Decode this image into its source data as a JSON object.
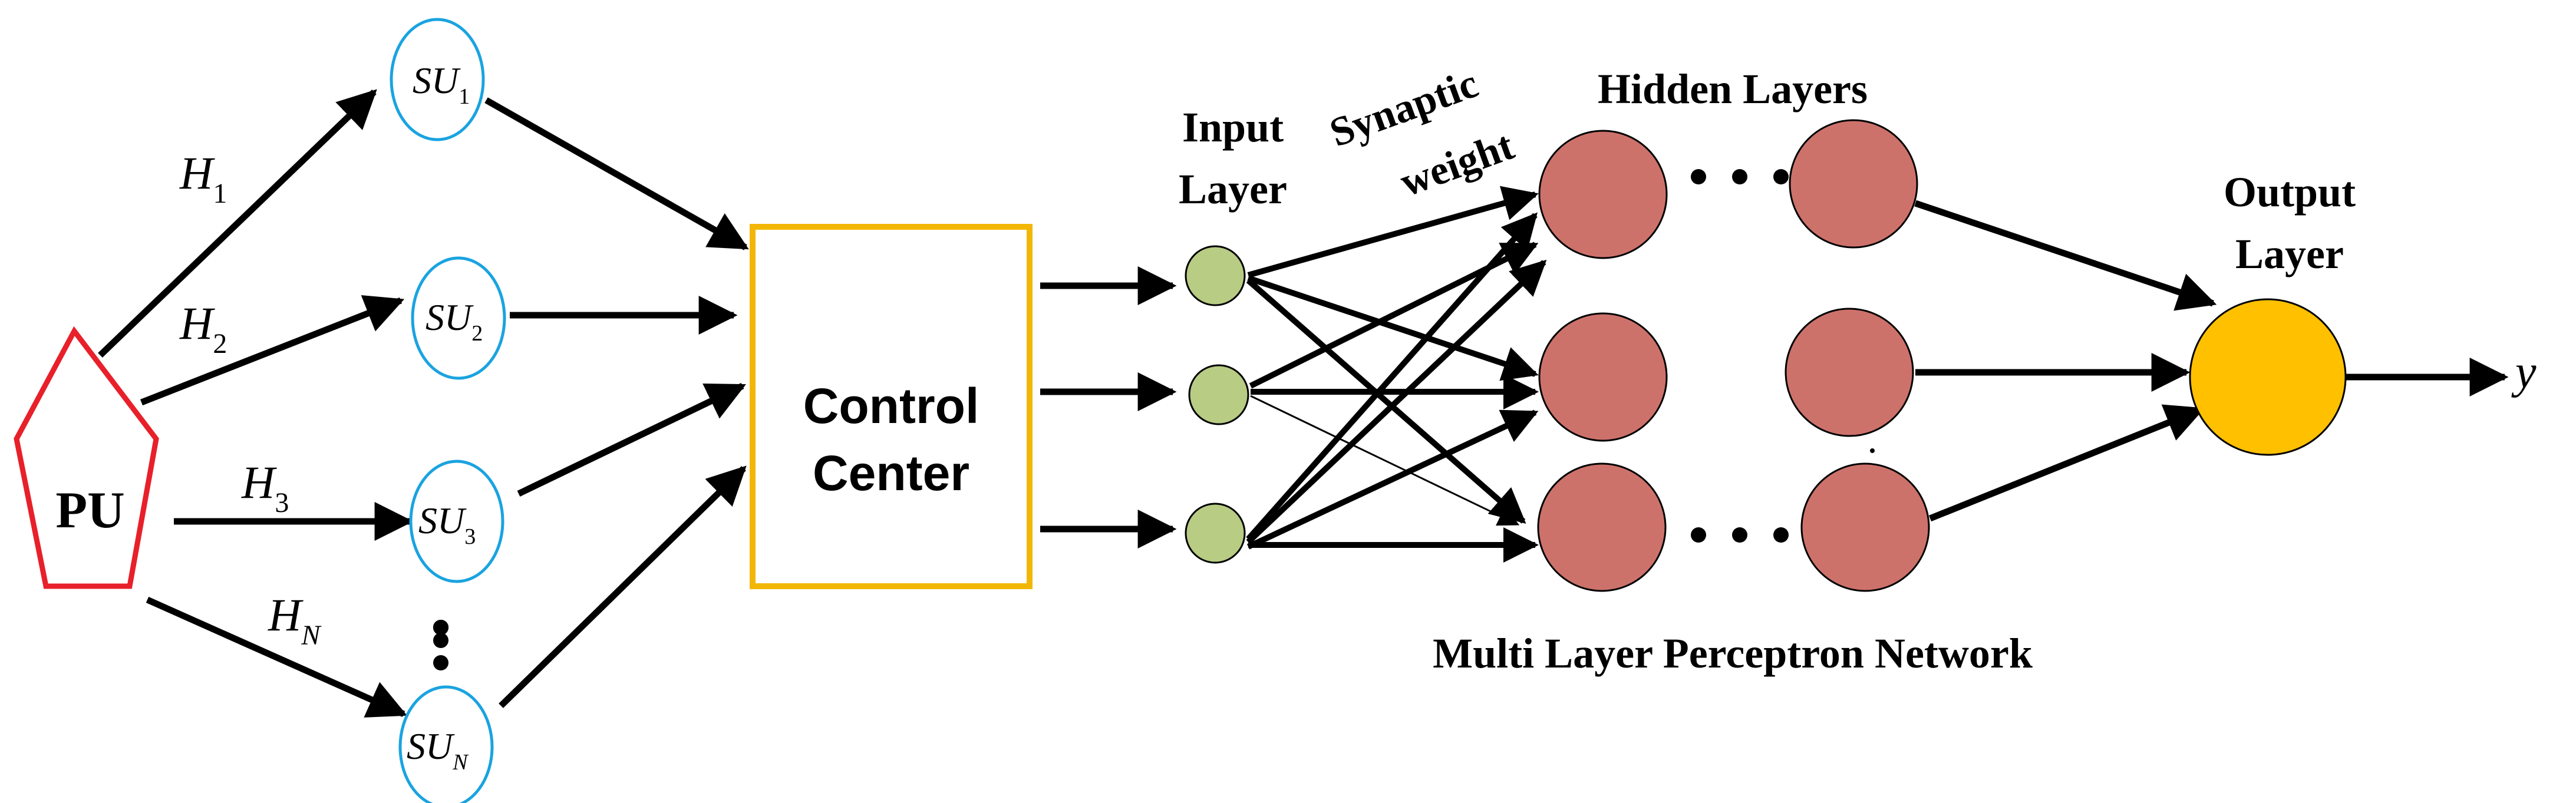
{
  "pu": {
    "label": "PU",
    "outline_color": "#e8202a"
  },
  "channels": [
    {
      "base": "H",
      "sub": "1"
    },
    {
      "base": "H",
      "sub": "2"
    },
    {
      "base": "H",
      "sub": "3"
    },
    {
      "base": "H",
      "sub": "N"
    }
  ],
  "secondary_users": [
    {
      "base": "SU",
      "sub": "1"
    },
    {
      "base": "SU",
      "sub": "2"
    },
    {
      "base": "SU",
      "sub": "3"
    },
    {
      "base": "SU",
      "sub": "N"
    }
  ],
  "su_ellipsis": "⋮",
  "control_center": {
    "line1": "Control",
    "line2": "Center",
    "border_color": "#f2b705"
  },
  "input_layer": {
    "line1": "Input",
    "line2": "Layer",
    "node_color": "#b8cc84"
  },
  "synaptic_weight": {
    "line1": "Synaptic",
    "line2": "weight"
  },
  "hidden_layers": {
    "title": "Hidden Layers",
    "node_color": "#cd726b"
  },
  "hidden_ellipsis": "• • •",
  "output_layer": {
    "line1": "Output",
    "line2": "Layer",
    "node_color": "#ffc000"
  },
  "output_symbol": "y",
  "network_caption": "Multi Layer Perceptron Network",
  "colors": {
    "su_outline": "#1aa3e0",
    "arrow": "#000000"
  }
}
